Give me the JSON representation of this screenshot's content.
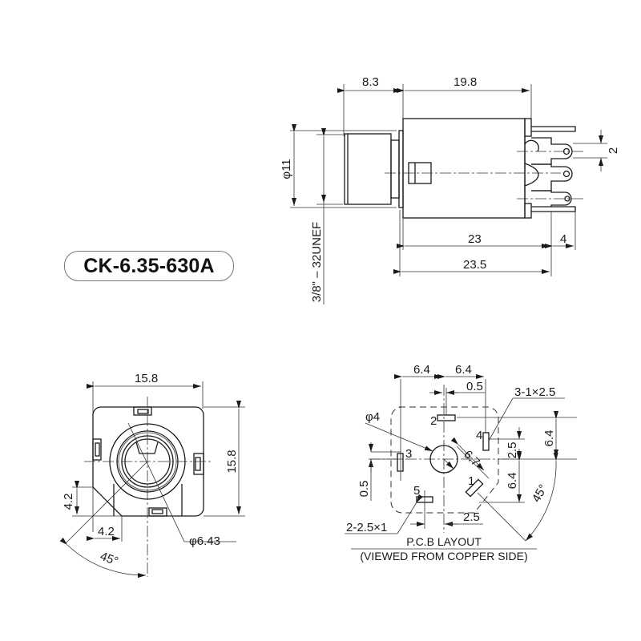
{
  "part_number": "CK-6.35-630A",
  "side_view": {
    "dims": {
      "front_length": "8.3",
      "body_length": "19.8",
      "diameter": "φ11",
      "thread": "3/8\" – 32UNEF",
      "pin_pitch": "2",
      "body_total": "23",
      "pin_length": "4",
      "overall": "23.5"
    }
  },
  "front_view": {
    "dims": {
      "width": "15.8",
      "height": "15.8",
      "chamfer_v": "4.2",
      "chamfer_h": "4.2",
      "angle": "45°",
      "bore": "φ6.43"
    }
  },
  "pcb_layout": {
    "title": "P.C.B LAYOUT",
    "subtitle": "(VIEWED FROM COPPER SIDE)",
    "dims": {
      "left_offset": "6.4",
      "right_offset": "6.4",
      "slot_width": "0.5",
      "slot_spec_a": "3-1×2.5",
      "hole": "φ4",
      "diag": "6.7",
      "right_up": "2.5",
      "right_down": "6.4",
      "far_right": "6.4",
      "angle": "45°",
      "left_slot": "0.5",
      "bottom_offset": "2.5",
      "slot_spec_b": "2-2.5×1"
    },
    "pins": [
      "1",
      "2",
      "3",
      "4",
      "5"
    ]
  }
}
